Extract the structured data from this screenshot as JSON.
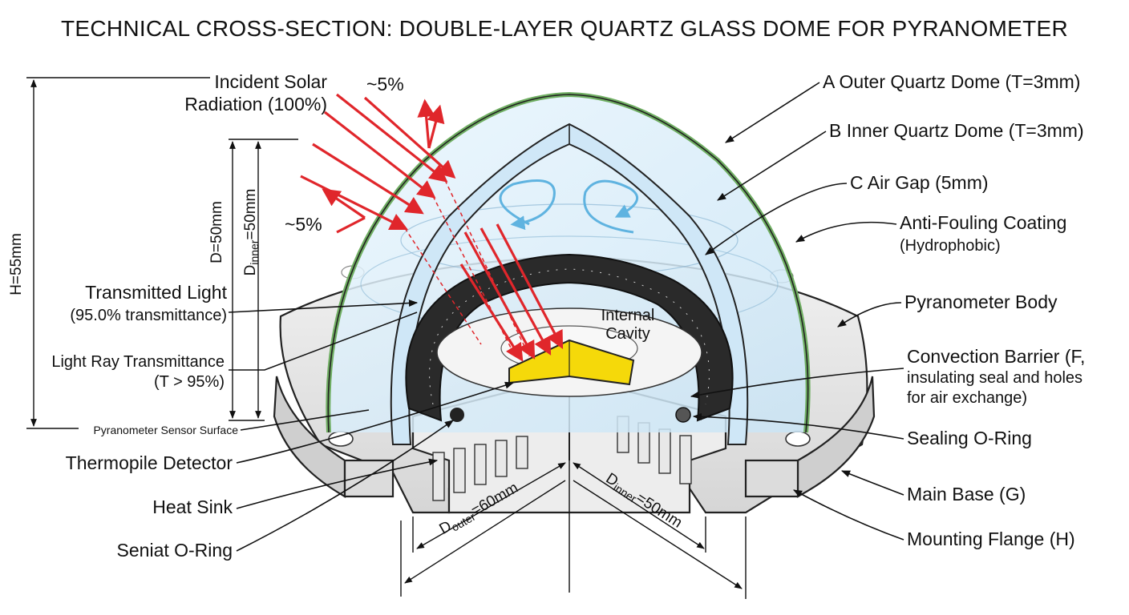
{
  "title": "TECHNICAL CROSS-SECTION: DOUBLE-LAYER QUARTZ GLASS DOME FOR PYRANOMETER",
  "left_labels": {
    "incident_line1": "Incident Solar",
    "incident_line2": "Radiation (100%)",
    "reflect_top": "~5%",
    "reflect_left": "~5%",
    "transmitted_line1": "Transmitted Light",
    "transmitted_line2": "(95.0% transmittance)",
    "ray_trans_line1": "Light Ray Transmittance",
    "ray_trans_line2": "(T > 95%)",
    "sensor_surface": "Pyranometer Sensor Surface",
    "thermopile": "Thermopile Detector",
    "heat_sink": "Heat Sink",
    "seniat_oring": "Seniat O-Ring"
  },
  "right_labels": {
    "outer_dome": "A Outer Quartz Dome (T=3mm)",
    "inner_dome": "B Inner Quartz Dome (T=3mm)",
    "air_gap": "C Air Gap (5mm)",
    "coating_line1": "Anti-Fouling Coating",
    "coating_line2": "(Hydrophobic)",
    "body": "Pyranometer Body",
    "barrier_line1": "Convection Barrier (F,",
    "barrier_line2": "insulating seal and holes",
    "barrier_line3": "for air exchange)",
    "sealing_oring": "Sealing O-Ring",
    "main_base": "Main Base (G)",
    "flange": "Mounting Flange (H)"
  },
  "center_labels": {
    "cavity_line1": "Internal",
    "cavity_line2": "Cavity"
  },
  "dimensions": {
    "height": "H=55mm",
    "diameter": "D=50mm",
    "d_inner_prefix": "D",
    "d_inner_sub": "inner",
    "d_inner_value": "=50mm",
    "d_outer_prefix": "D",
    "d_outer_sub": "outer",
    "d_outer_value": "=60mm"
  },
  "colors": {
    "coating": "#6fae62",
    "glass": "#d6ecf8",
    "ray": "#e0262b",
    "sensor": "#f5d90a",
    "seal": "#2a2a2a",
    "base": "#e4e4e4"
  }
}
